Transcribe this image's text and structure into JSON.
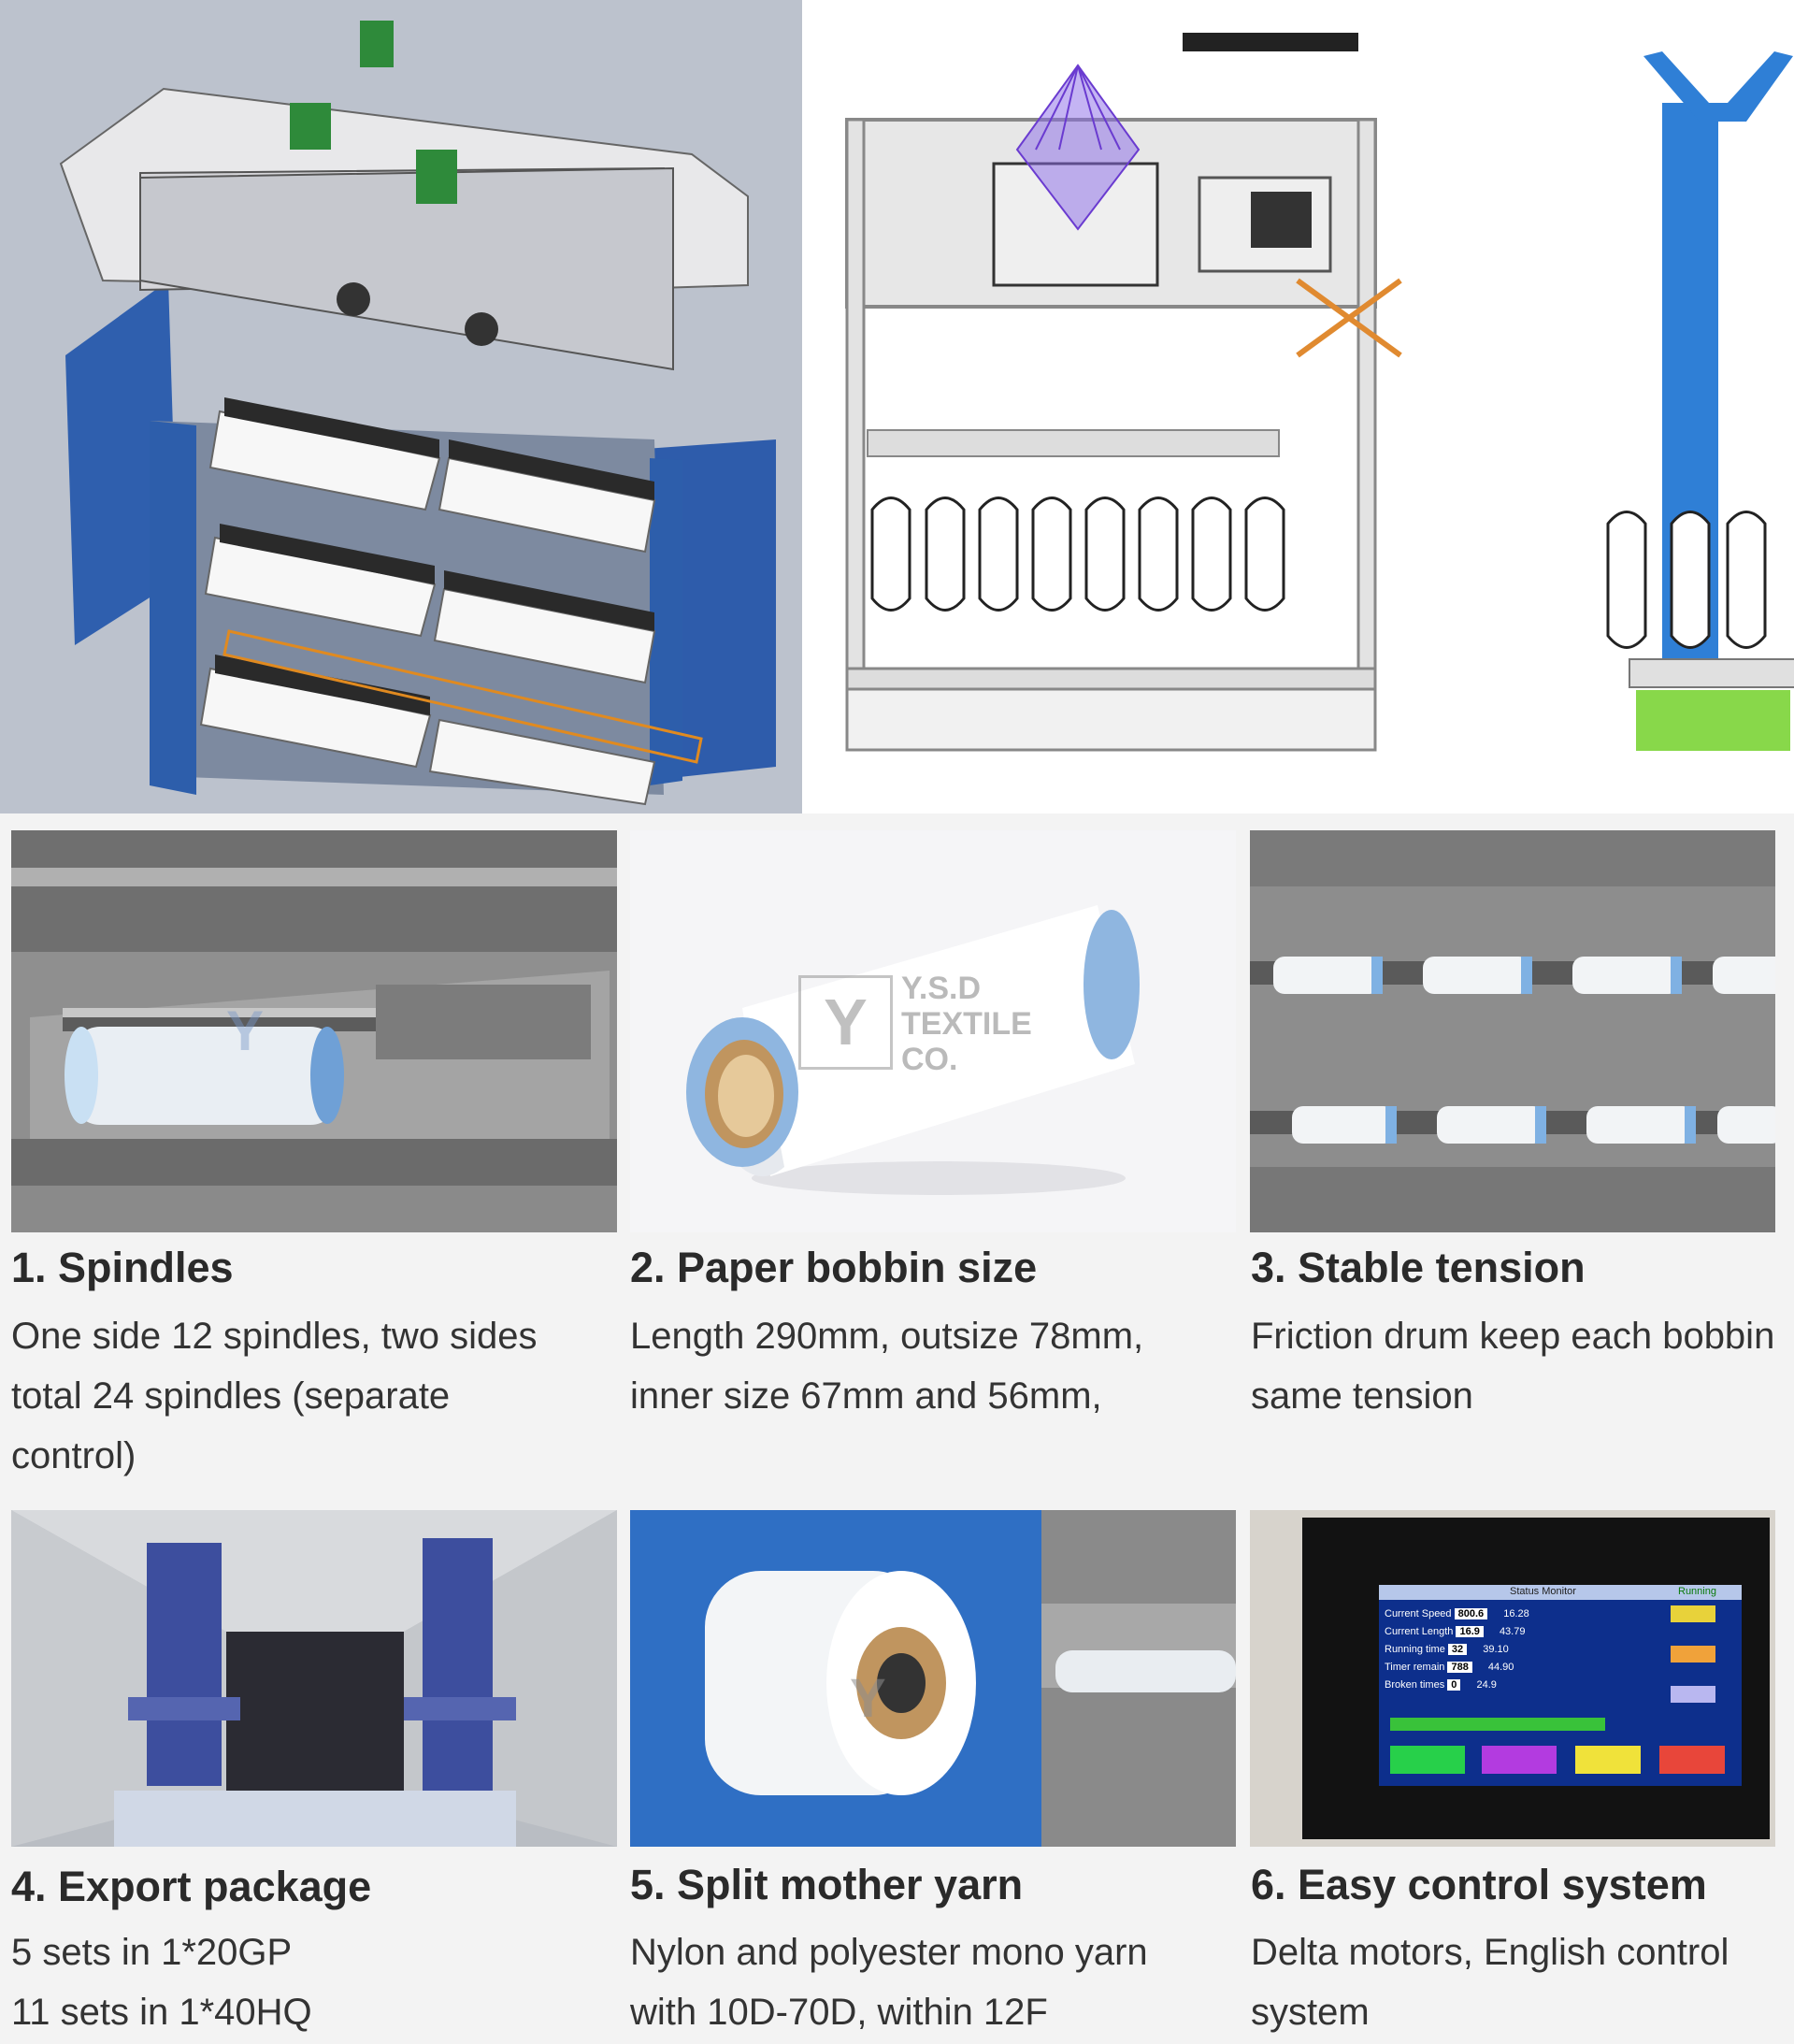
{
  "panels": [
    {
      "title": "1. Spindles",
      "lines": [
        "One side 12 spindles, two sides",
        "total 24 spindles (separate",
        "control)"
      ]
    },
    {
      "title": "2. Paper bobbin size",
      "lines": [
        "Length 290mm, outsize 78mm,",
        "inner size 67mm and 56mm,"
      ]
    },
    {
      "title": "3. Stable tension",
      "lines": [
        "Friction drum keep each bobbin",
        "same tension"
      ]
    },
    {
      "title": "4. Export package",
      "lines": [
        "5 sets in 1*20GP",
        "11 sets in 1*40HQ"
      ]
    },
    {
      "title": "5. Split mother yarn",
      "lines": [
        "Nylon and polyester mono yarn",
        "with 10D-70D, within 12F"
      ]
    },
    {
      "title": "6. Easy control system",
      "lines": [
        "Delta motors, English control",
        "system"
      ]
    }
  ],
  "watermark": {
    "letter": "Y",
    "line1": "Y.S.D",
    "line2": "TEXTILE",
    "line3": "CO."
  },
  "screen": {
    "header": "Status Monitor",
    "status": "Running",
    "rows": [
      {
        "label": "Current Speed",
        "value": "800.6"
      },
      {
        "label": "Current Length",
        "value": "16.9"
      },
      {
        "label": "Running time",
        "value": "32"
      },
      {
        "label": "Timer remain",
        "value": "788"
      },
      {
        "label": "Broken times",
        "value": "0"
      }
    ],
    "right_values": [
      "16.28",
      "43.79",
      "39.10",
      "44.90",
      "24.9"
    ]
  }
}
